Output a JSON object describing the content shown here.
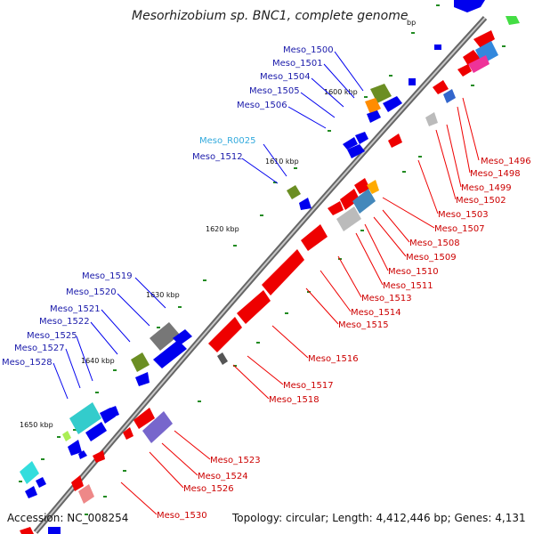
{
  "title": "Mesorhizobium sp. BNC1, complete genome",
  "accession": "Accession: NC_008254",
  "topology": "Topology: circular; Length: 4,412,446 bp; Genes: 4,131",
  "colors": {
    "forward_gene": "#0000ee",
    "reverse_gene": "#ee0000",
    "forward_label": "#1a1aaa",
    "reverse_label": "#cc0000",
    "rna_label": "#33aadd",
    "backbone": "#888888",
    "tick": "#228b22"
  },
  "kbp_marks": [
    "bp",
    "1600 kbp",
    "1610 kbp",
    "1620 kbp",
    "1630 kbp",
    "1640 kbp",
    "1650 kbp"
  ],
  "forward_labels": [
    "Meso_1500",
    "Meso_1501",
    "Meso_1504",
    "Meso_1505",
    "Meso_1506",
    "Meso_R0025",
    "Meso_1512",
    "Meso_1519",
    "Meso_1520",
    "Meso_1521",
    "Meso_1522",
    "Meso_1525",
    "Meso_1527",
    "Meso_1528"
  ],
  "reverse_labels": [
    "Meso_1496",
    "Meso_1498",
    "Meso_1499",
    "Meso_1502",
    "Meso_1503",
    "Meso_1507",
    "Meso_1508",
    "Meso_1509",
    "Meso_1510",
    "Meso_1511",
    "Meso_1513",
    "Meso_1514",
    "Meso_1515",
    "Meso_1516",
    "Meso_1517",
    "Meso_1518",
    "Meso_1523",
    "Meso_1524",
    "Meso_1526",
    "Meso_1530"
  ]
}
